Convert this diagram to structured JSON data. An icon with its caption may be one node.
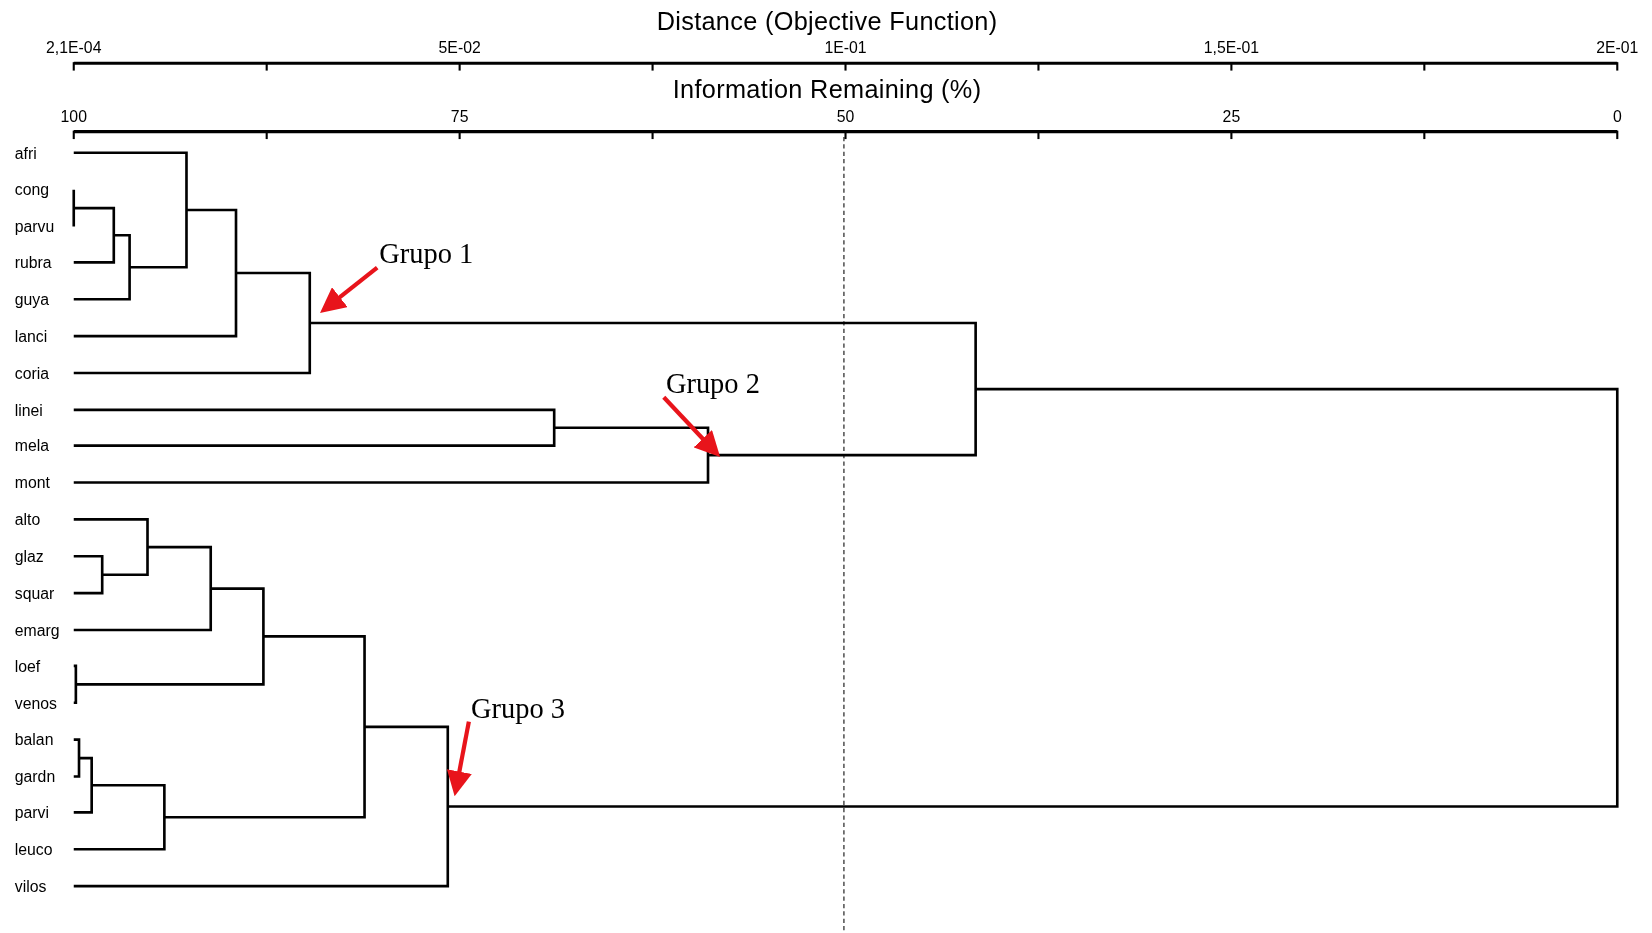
{
  "diagram": {
    "nodes": [
      {
        "text": [
          "Grupo 1"
        ]
      },
      {
        "text": [
          "Grupo 2"
        ]
      },
      {
        "text": [
          "Grupo 3"
        ]
      }
    ],
    "edges": [
      {
        "from": 0,
        "to": null,
        "arrow": "to"
      },
      {
        "from": 1,
        "to": null,
        "arrow": "to"
      },
      {
        "from": 2,
        "to": null,
        "arrow": "to"
      }
    ],
    "labels": [
      "Distance (Objective Function)",
      "2,1E-04",
      "5E-02",
      "1E-01",
      "1,5E-01",
      "2E-01",
      "Information Remaining (%)",
      "100",
      "75",
      "50",
      "25",
      "0",
      "afri",
      "cong",
      "parvu",
      "rubra",
      "guya",
      "lanci",
      "coria",
      "linei",
      "mela",
      "mont",
      "alto",
      "glaz",
      "squar",
      "emarg",
      "loef",
      "venos",
      "balan",
      "gardn",
      "parvi",
      "leuco",
      "vilos"
    ]
  }
}
